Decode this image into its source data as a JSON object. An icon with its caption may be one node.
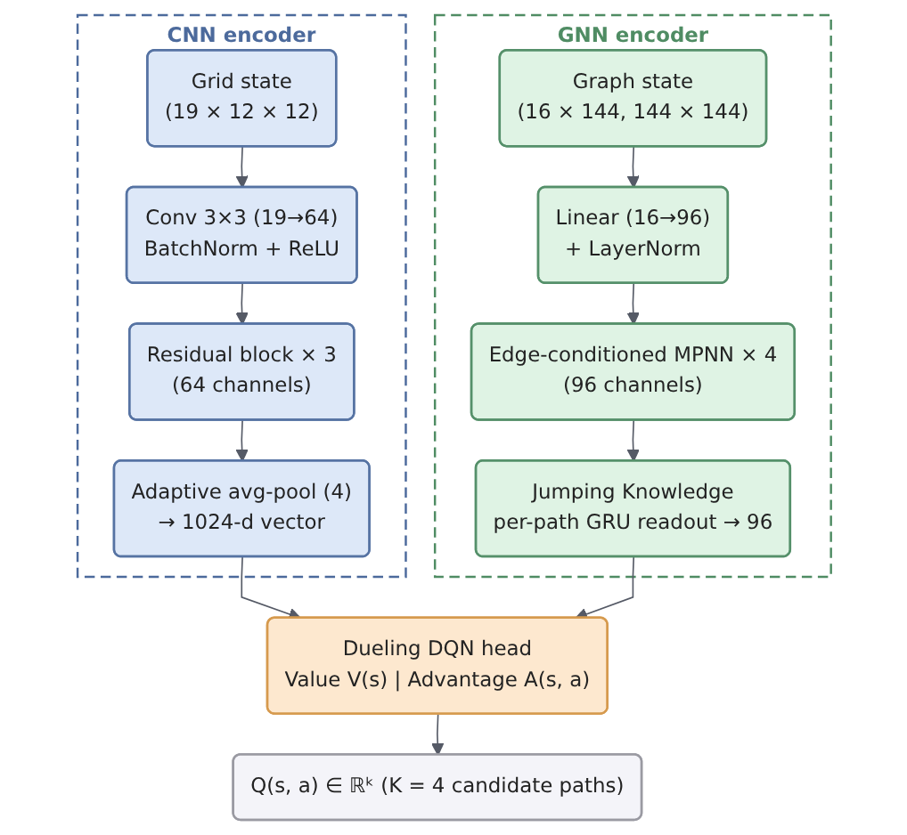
{
  "diagram": {
    "nodes": [
      {
        "text": [
          "CNN encoder"
        ]
      },
      {
        "text": [
          "Grid state",
          "(19 × 12 × 12)"
        ],
        "in": 0
      },
      {
        "text": [
          "Conv 3×3 (19→64)",
          "BatchNorm + ReLU"
        ],
        "in": 0
      },
      {
        "text": [
          "Residual block × 3",
          "(64 channels)"
        ],
        "in": 0
      },
      {
        "text": [
          "Adaptive avg-pool (4)",
          "→ 1024-d vector"
        ],
        "in": 0
      },
      {
        "text": [
          "GNN encoder"
        ]
      },
      {
        "text": [
          "Graph state",
          "(16 × 144, 144 × 144)"
        ],
        "in": 5
      },
      {
        "text": [
          "Linear (16→96)",
          "+ LayerNorm"
        ],
        "in": 5
      },
      {
        "text": [
          "Edge-conditioned MPNN × 4",
          "(96 channels)"
        ],
        "in": 5
      },
      {
        "text": [
          "Jumping Knowledge",
          "per-path GRU readout → 96"
        ],
        "in": 5
      },
      {
        "text": [
          "Dueling DQN head",
          "Value V(s) | Advantage A(s, a)"
        ]
      },
      {
        "text": [
          "Q(s, a) ∈ ℝᵏ (K = 4 candidate paths)"
        ]
      }
    ],
    "edges": [
      {
        "from": 1,
        "to": 2,
        "arrow": "to"
      },
      {
        "from": 2,
        "to": 3,
        "arrow": "to"
      },
      {
        "from": 3,
        "to": 4,
        "arrow": "to"
      },
      {
        "from": 6,
        "to": 7,
        "arrow": "to"
      },
      {
        "from": 7,
        "to": 8,
        "arrow": "to"
      },
      {
        "from": 8,
        "to": 9,
        "arrow": "to"
      },
      {
        "from": 4,
        "to": 10,
        "arrow": "to"
      },
      {
        "from": 9,
        "to": 10,
        "arrow": "to"
      },
      {
        "from": 10,
        "to": 11,
        "arrow": "to"
      }
    ]
  }
}
